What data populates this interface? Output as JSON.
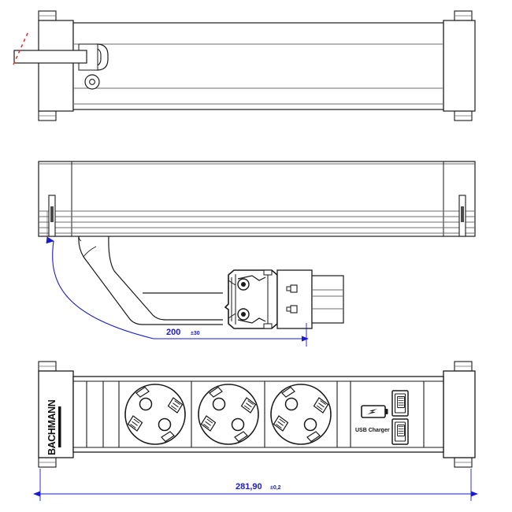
{
  "drawing": {
    "title": "Bachmann power strip technical drawing",
    "line_color": "#1a1a1a",
    "thin_line_color": "#6e6e6e",
    "dimension_color": "#1a1ad0",
    "break_mark_color": "#e8342a",
    "background": "#ffffff"
  },
  "views": {
    "top": {
      "name": "top-view",
      "label": "",
      "features": [
        "cable-gland",
        "screw-hole",
        "end-caps",
        "cable-break-mark"
      ]
    },
    "side": {
      "name": "side-view",
      "label": "",
      "features": [
        "cable-exit",
        "gst18-connector",
        "mounting-rails",
        "end-caps"
      ]
    },
    "front": {
      "name": "front-view",
      "label": "",
      "features": [
        "brand-logo",
        "schuko-socket",
        "schuko-socket",
        "schuko-socket",
        "usb-charger-module",
        "end-caps"
      ]
    }
  },
  "dimensions": {
    "cable_length": {
      "value": "200",
      "tolerance": "±30",
      "name": "cable-length-dimension"
    },
    "overall_length": {
      "value": "281,90",
      "tolerance": "±0,2",
      "name": "overall-length-dimension"
    }
  },
  "labels": {
    "usb_charger": "USB Charger",
    "brand": "BACHMANN"
  },
  "icons": {
    "battery_charging": "battery-charging-icon",
    "usb_port": "usb-port-icon",
    "socket": "schuko-socket-icon"
  },
  "sockets": [
    {
      "name": "schuko-socket-1",
      "index": 1
    },
    {
      "name": "schuko-socket-2",
      "index": 2
    },
    {
      "name": "schuko-socket-3",
      "index": 3
    }
  ],
  "usb_ports": [
    {
      "name": "usb-port-top",
      "index": 1
    },
    {
      "name": "usb-port-bottom",
      "index": 2
    }
  ]
}
